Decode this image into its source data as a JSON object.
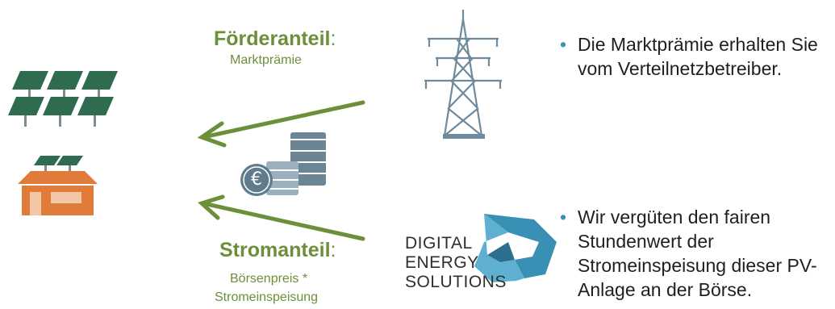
{
  "foerder": {
    "title": "Förderanteil",
    "colon": ":",
    "subtitle": "Marktprämie"
  },
  "strom": {
    "title": "Stromanteil",
    "colon": ":",
    "subtitle_line1": "Börsenpreis *",
    "subtitle_line2": "Stromeinspeisung"
  },
  "bullets": [
    "Die Marktprämie erhalten Sie vom Verteilnetzbetreiber.",
    "Wir vergüten den fairen Stundenwert der Stromeinspeisung dieser PV-Anlage an der Börse."
  ],
  "logo": {
    "line1": "DIGITAL",
    "line2": "ENERGY",
    "line3": "SOLUTIONS"
  },
  "coin_symbol": "€",
  "colors": {
    "green": "#6c8f3a",
    "solar_panel": "#2f6b4f",
    "house": "#e07b39",
    "pylon": "#6f8a9c",
    "coins": "#6b8595",
    "logo_teal": "#3a8fb5",
    "bullet_dot": "#3a8fb5"
  }
}
